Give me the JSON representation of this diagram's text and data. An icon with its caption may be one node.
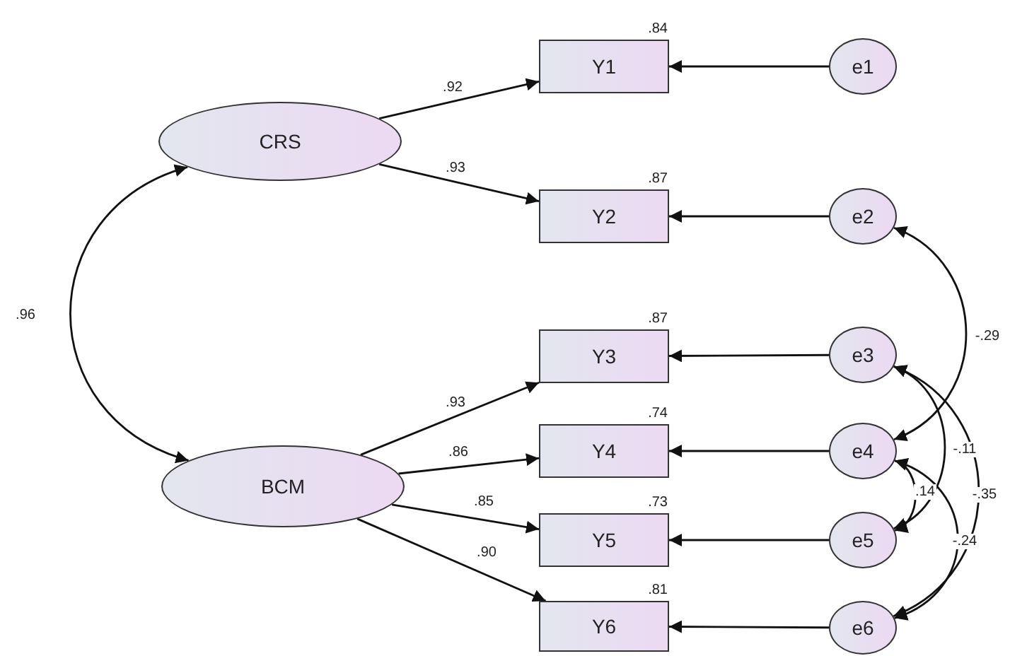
{
  "diagram": {
    "nodes": [
      {
        "text": [
          "CRS"
        ]
      },
      {
        "text": [
          "BCM"
        ]
      },
      {
        "text": [
          "Y1"
        ],
        "beside": [
          ".84"
        ]
      },
      {
        "text": [
          "Y2"
        ],
        "beside": [
          ".87"
        ]
      },
      {
        "text": [
          "Y3"
        ],
        "beside": [
          ".87"
        ]
      },
      {
        "text": [
          "Y4"
        ],
        "beside": [
          ".74"
        ]
      },
      {
        "text": [
          "Y5"
        ],
        "beside": [
          ".73"
        ]
      },
      {
        "text": [
          "Y6"
        ],
        "beside": [
          ".81"
        ]
      },
      {
        "text": [
          "e1"
        ]
      },
      {
        "text": [
          "e2"
        ]
      },
      {
        "text": [
          "e3"
        ]
      },
      {
        "text": [
          "e4"
        ]
      },
      {
        "text": [
          "e5"
        ]
      },
      {
        "text": [
          "e6"
        ]
      }
    ],
    "edges": [
      {
        "from": 0,
        "to": 1,
        "arrow": "both",
        "label": ".96"
      },
      {
        "from": 0,
        "to": 2,
        "arrow": "to",
        "label": ".92"
      },
      {
        "from": 0,
        "to": 3,
        "arrow": "to",
        "label": ".93"
      },
      {
        "from": 1,
        "to": 4,
        "arrow": "to",
        "label": ".93"
      },
      {
        "from": 1,
        "to": 5,
        "arrow": "to",
        "label": ".86"
      },
      {
        "from": 1,
        "to": 6,
        "arrow": "to",
        "label": ".85"
      },
      {
        "from": 1,
        "to": 7,
        "arrow": "to",
        "label": ".90"
      },
      {
        "from": 8,
        "to": 2,
        "arrow": "to"
      },
      {
        "from": 9,
        "to": 3,
        "arrow": "to"
      },
      {
        "from": 10,
        "to": 4,
        "arrow": "to"
      },
      {
        "from": 11,
        "to": 5,
        "arrow": "to"
      },
      {
        "from": 12,
        "to": 6,
        "arrow": "to"
      },
      {
        "from": 13,
        "to": 7,
        "arrow": "to"
      },
      {
        "from": 9,
        "to": 11,
        "arrow": "both",
        "label": "-.29"
      },
      {
        "from": 10,
        "to": 12,
        "arrow": "both",
        "label": "-.11"
      },
      {
        "from": 10,
        "to": 13,
        "arrow": "both",
        "label": "-.35"
      },
      {
        "from": 11,
        "to": 12,
        "arrow": "both",
        "label": ".14"
      },
      {
        "from": 11,
        "to": 13,
        "arrow": "both",
        "label": "-.24"
      }
    ]
  }
}
